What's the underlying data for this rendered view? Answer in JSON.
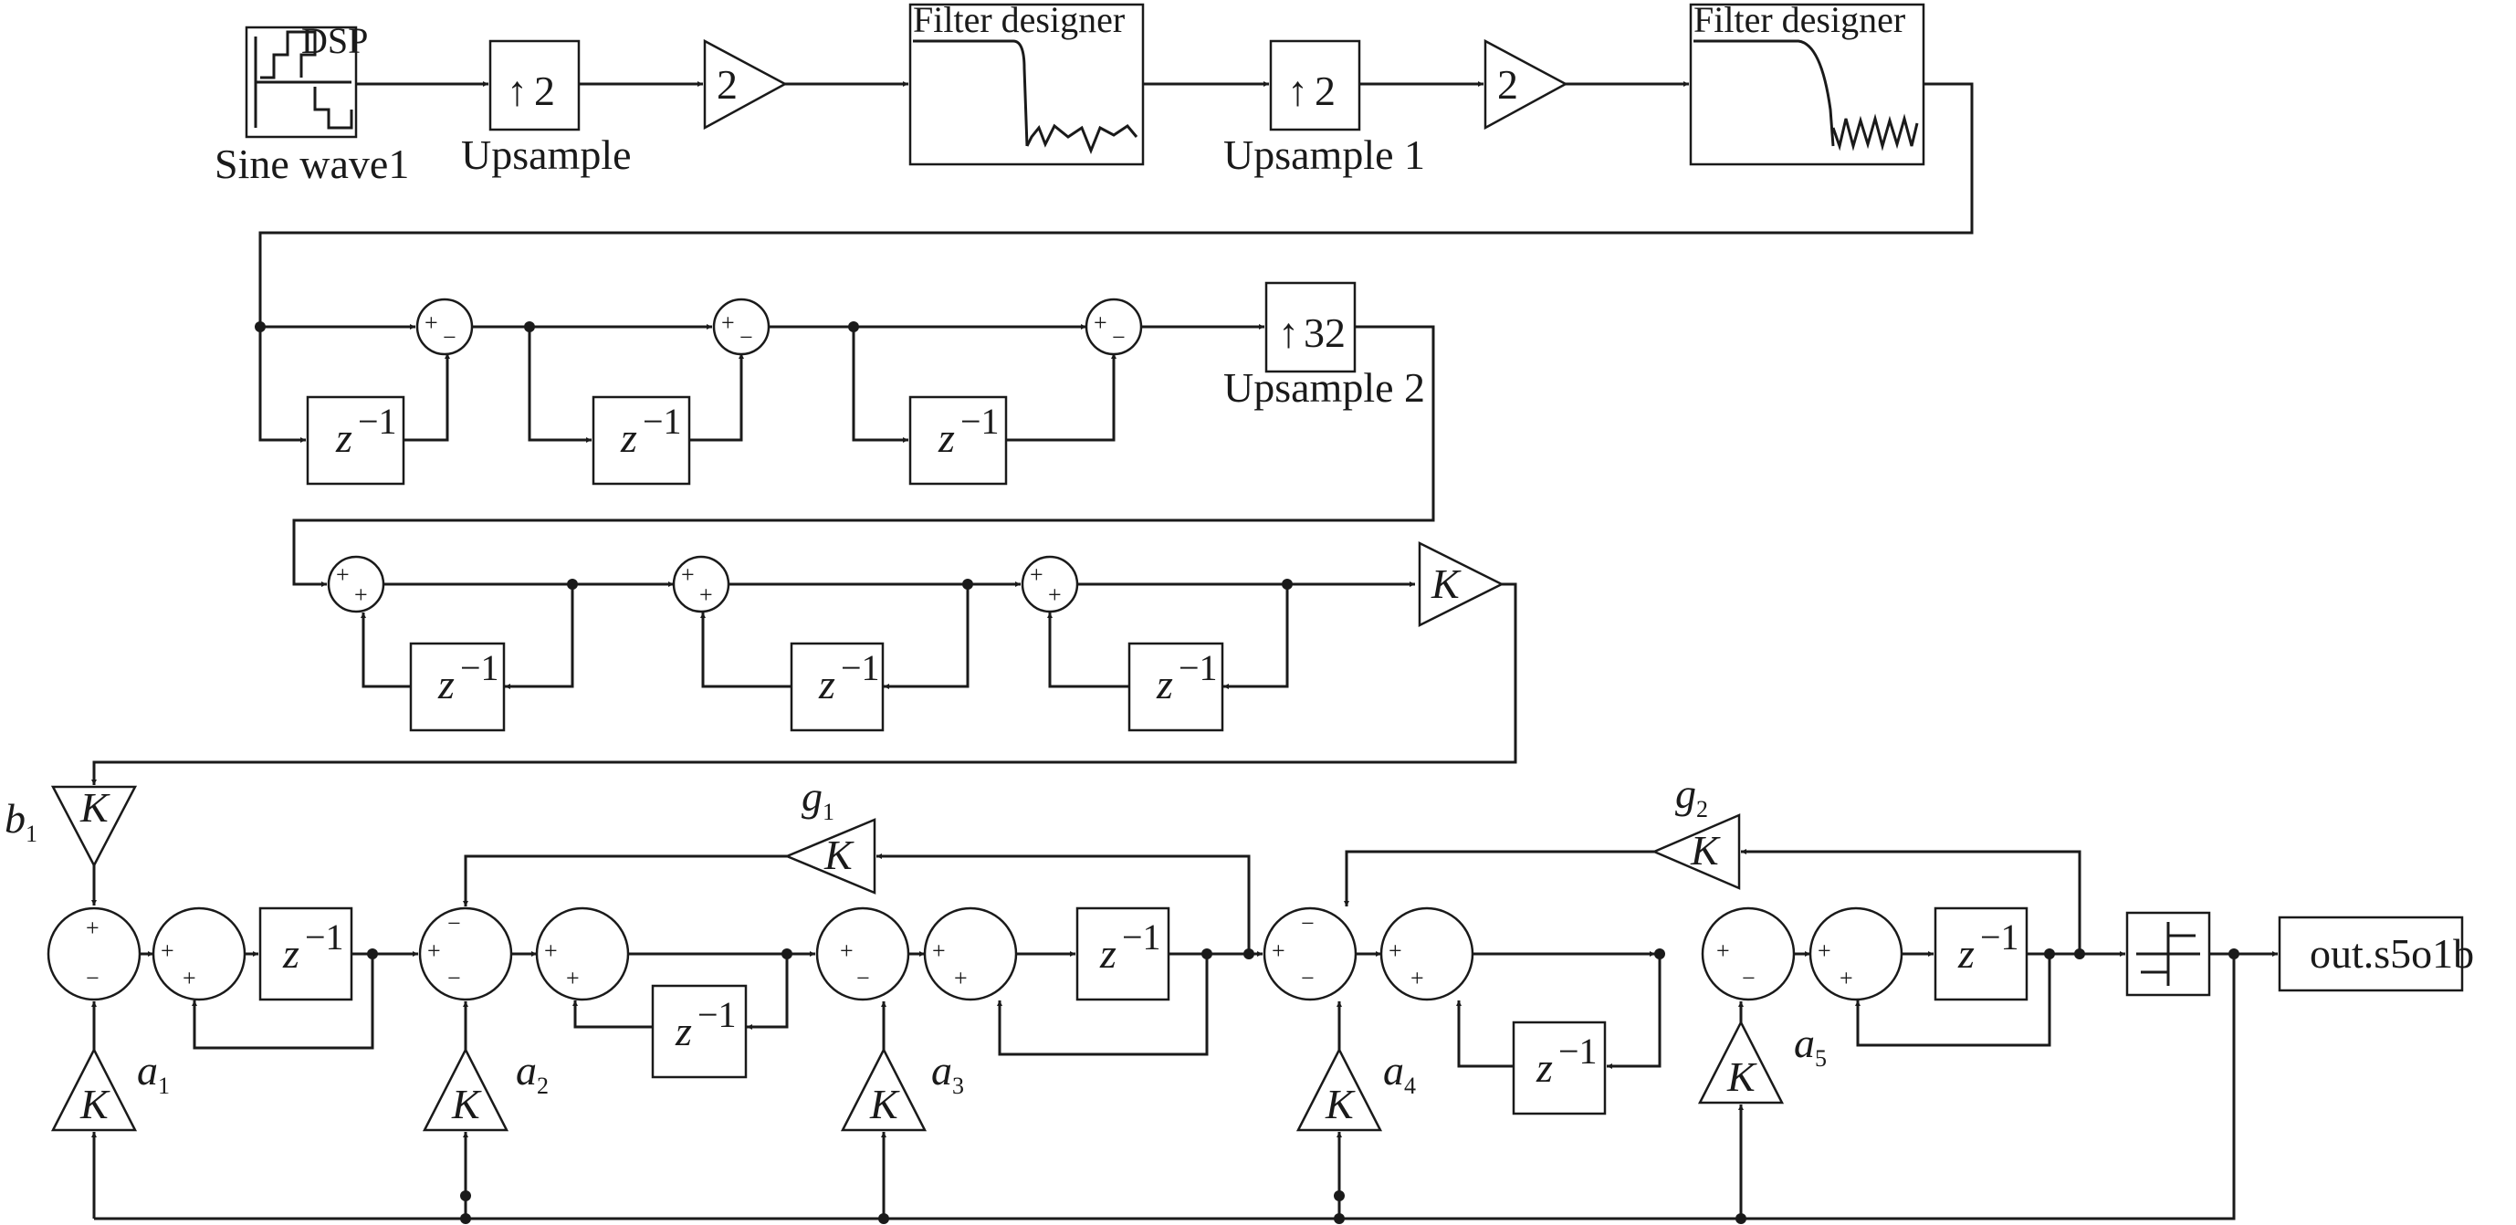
{
  "source": {
    "label": "Sine wave1",
    "icon_text": "DSP"
  },
  "upsample1": {
    "factor": "2",
    "label": "Upsample"
  },
  "gain1": {
    "value": "2"
  },
  "filter1": {
    "title": "Filter designer"
  },
  "upsample2": {
    "factor": "2",
    "label": "Upsample 1"
  },
  "gain2": {
    "value": "2"
  },
  "filter2": {
    "title": "Filter designer"
  },
  "upsample3": {
    "factor": "32",
    "label": "Upsample 2"
  },
  "delay": {
    "z": "z",
    "exp": "−1"
  },
  "gain_k": "K",
  "signs": {
    "plus": "+",
    "minus": "−"
  },
  "coeffs": {
    "b1": {
      "base": "b",
      "sub": "1"
    },
    "a1": {
      "base": "a",
      "sub": "1"
    },
    "a2": {
      "base": "a",
      "sub": "2"
    },
    "a3": {
      "base": "a",
      "sub": "3"
    },
    "a4": {
      "base": "a",
      "sub": "4"
    },
    "a5": {
      "base": "a",
      "sub": "5"
    },
    "g1": {
      "base": "g",
      "sub": "1"
    },
    "g2": {
      "base": "g",
      "sub": "2"
    }
  },
  "output": {
    "label": "out.s5o1b"
  }
}
